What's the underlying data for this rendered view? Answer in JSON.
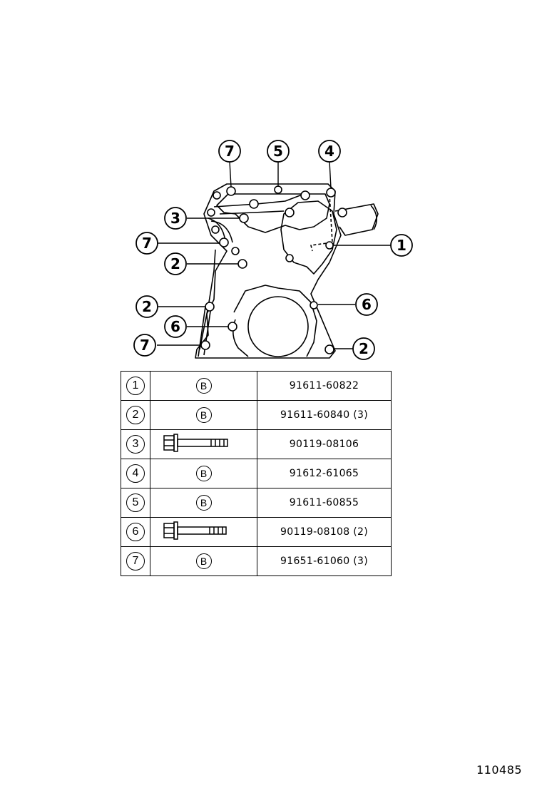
{
  "callouts": [
    {
      "label": "7"
    },
    {
      "label": "5"
    },
    {
      "label": "4"
    },
    {
      "label": "3"
    },
    {
      "label": "7"
    },
    {
      "label": "1"
    },
    {
      "label": "2"
    },
    {
      "label": "2"
    },
    {
      "label": "6"
    },
    {
      "label": "6"
    },
    {
      "label": "7"
    },
    {
      "label": "2"
    }
  ],
  "parts_table": {
    "rows": [
      {
        "index": "1",
        "symbol": "B",
        "part_number": "91611-60822"
      },
      {
        "index": "2",
        "symbol": "B",
        "part_number": "91611-60840 (3)"
      },
      {
        "index": "3",
        "symbol": "bolt-flange-short",
        "part_number": "90119-08106"
      },
      {
        "index": "4",
        "symbol": "B",
        "part_number": "91612-61065"
      },
      {
        "index": "5",
        "symbol": "B",
        "part_number": "91611-60855"
      },
      {
        "index": "6",
        "symbol": "bolt-flange-long",
        "part_number": "90119-08108 (2)"
      },
      {
        "index": "7",
        "symbol": "B",
        "part_number": "91651-61060 (3)"
      }
    ]
  },
  "doc_number": "110485"
}
